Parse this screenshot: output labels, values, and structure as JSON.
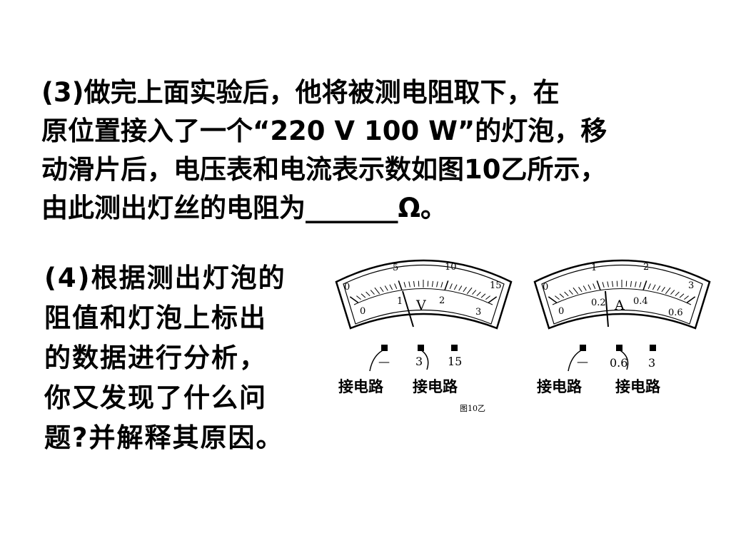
{
  "question3": {
    "lines": [
      "(3)做完上面实验后，他将被测电阻取下，在",
      "原位置接入了一个“220 V 100 W”的灯泡，移",
      "动滑片后，电压表和电流表示数如图10乙所示，",
      "由此测出灯丝的电阻为_______Ω。"
    ]
  },
  "question4": {
    "lines": [
      "(4)根据测出灯泡的",
      "阻值和灯泡上标出",
      "的数据进行分析，",
      "你又发现了什么问",
      "题?并解释其原因。"
    ]
  },
  "figure": {
    "caption": "图10乙",
    "voltmeter": {
      "symbol": "V",
      "upper_scale": [
        "0",
        "5",
        "10",
        "15"
      ],
      "lower_scale": [
        "0",
        "1",
        "2",
        "3"
      ],
      "terminals": [
        "—",
        "3",
        "15"
      ],
      "connect_labels": [
        "接电路",
        "接电路"
      ],
      "needle_reading_small_range": 1.1
    },
    "ammeter": {
      "symbol": "A",
      "upper_scale": [
        "0",
        "1",
        "2",
        "3"
      ],
      "lower_scale": [
        "0",
        "0.2",
        "0.4",
        "0.6"
      ],
      "terminals": [
        "—",
        "0.6",
        "3"
      ],
      "connect_labels": [
        "接电路",
        "接电路"
      ],
      "needle_reading_small_range": 0.2
    }
  }
}
